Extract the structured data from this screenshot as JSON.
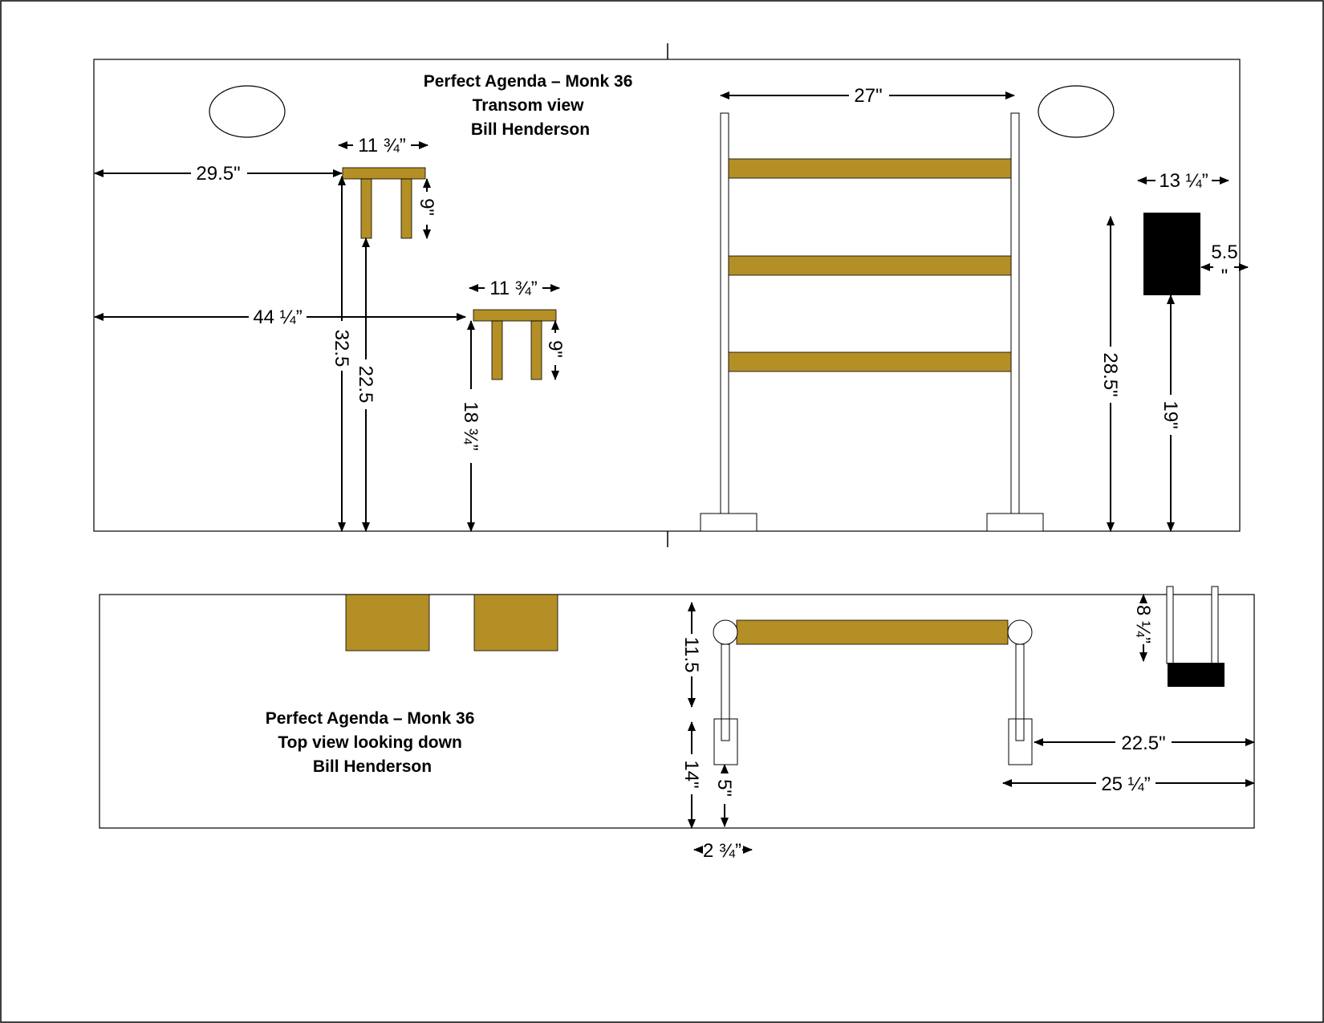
{
  "transom_view": {
    "title_lines": [
      "Perfect Agenda – Monk 36",
      "Transom view",
      "Bill Henderson"
    ],
    "dims": {
      "ladder_width": "27\"",
      "seat1_width": "11 ¾”",
      "seat1_offset": "29.5\"",
      "seat1_depth": "9\"",
      "seat1_height": "32.5",
      "seat1_leg": "22.5",
      "seat2_width": "11 ¾”",
      "seat2_offset": "44 ¼”",
      "seat2_depth": "9\"",
      "seat2_height": "18 ¾”",
      "box_width": "13 ¼”",
      "box_depth_a": "5.5",
      "box_depth_b": "\"",
      "box_top_height": "28.5\"",
      "box_bottom_height": "19\""
    }
  },
  "top_view": {
    "title_lines": [
      "Perfect Agenda – Monk 36",
      "Top view looking down",
      "Bill Henderson"
    ],
    "dims": {
      "box_depth": "8 ¼”",
      "upper_depth": "11.5",
      "lower_depth": "14\"",
      "base_depth": "5\"",
      "base_width": "2 ¾”",
      "right_offset_a": "22.5\"",
      "right_offset_b": "25 ¼”"
    }
  },
  "colors": {
    "wood": "#b38f26",
    "line": "#000000",
    "box": "#000000"
  }
}
